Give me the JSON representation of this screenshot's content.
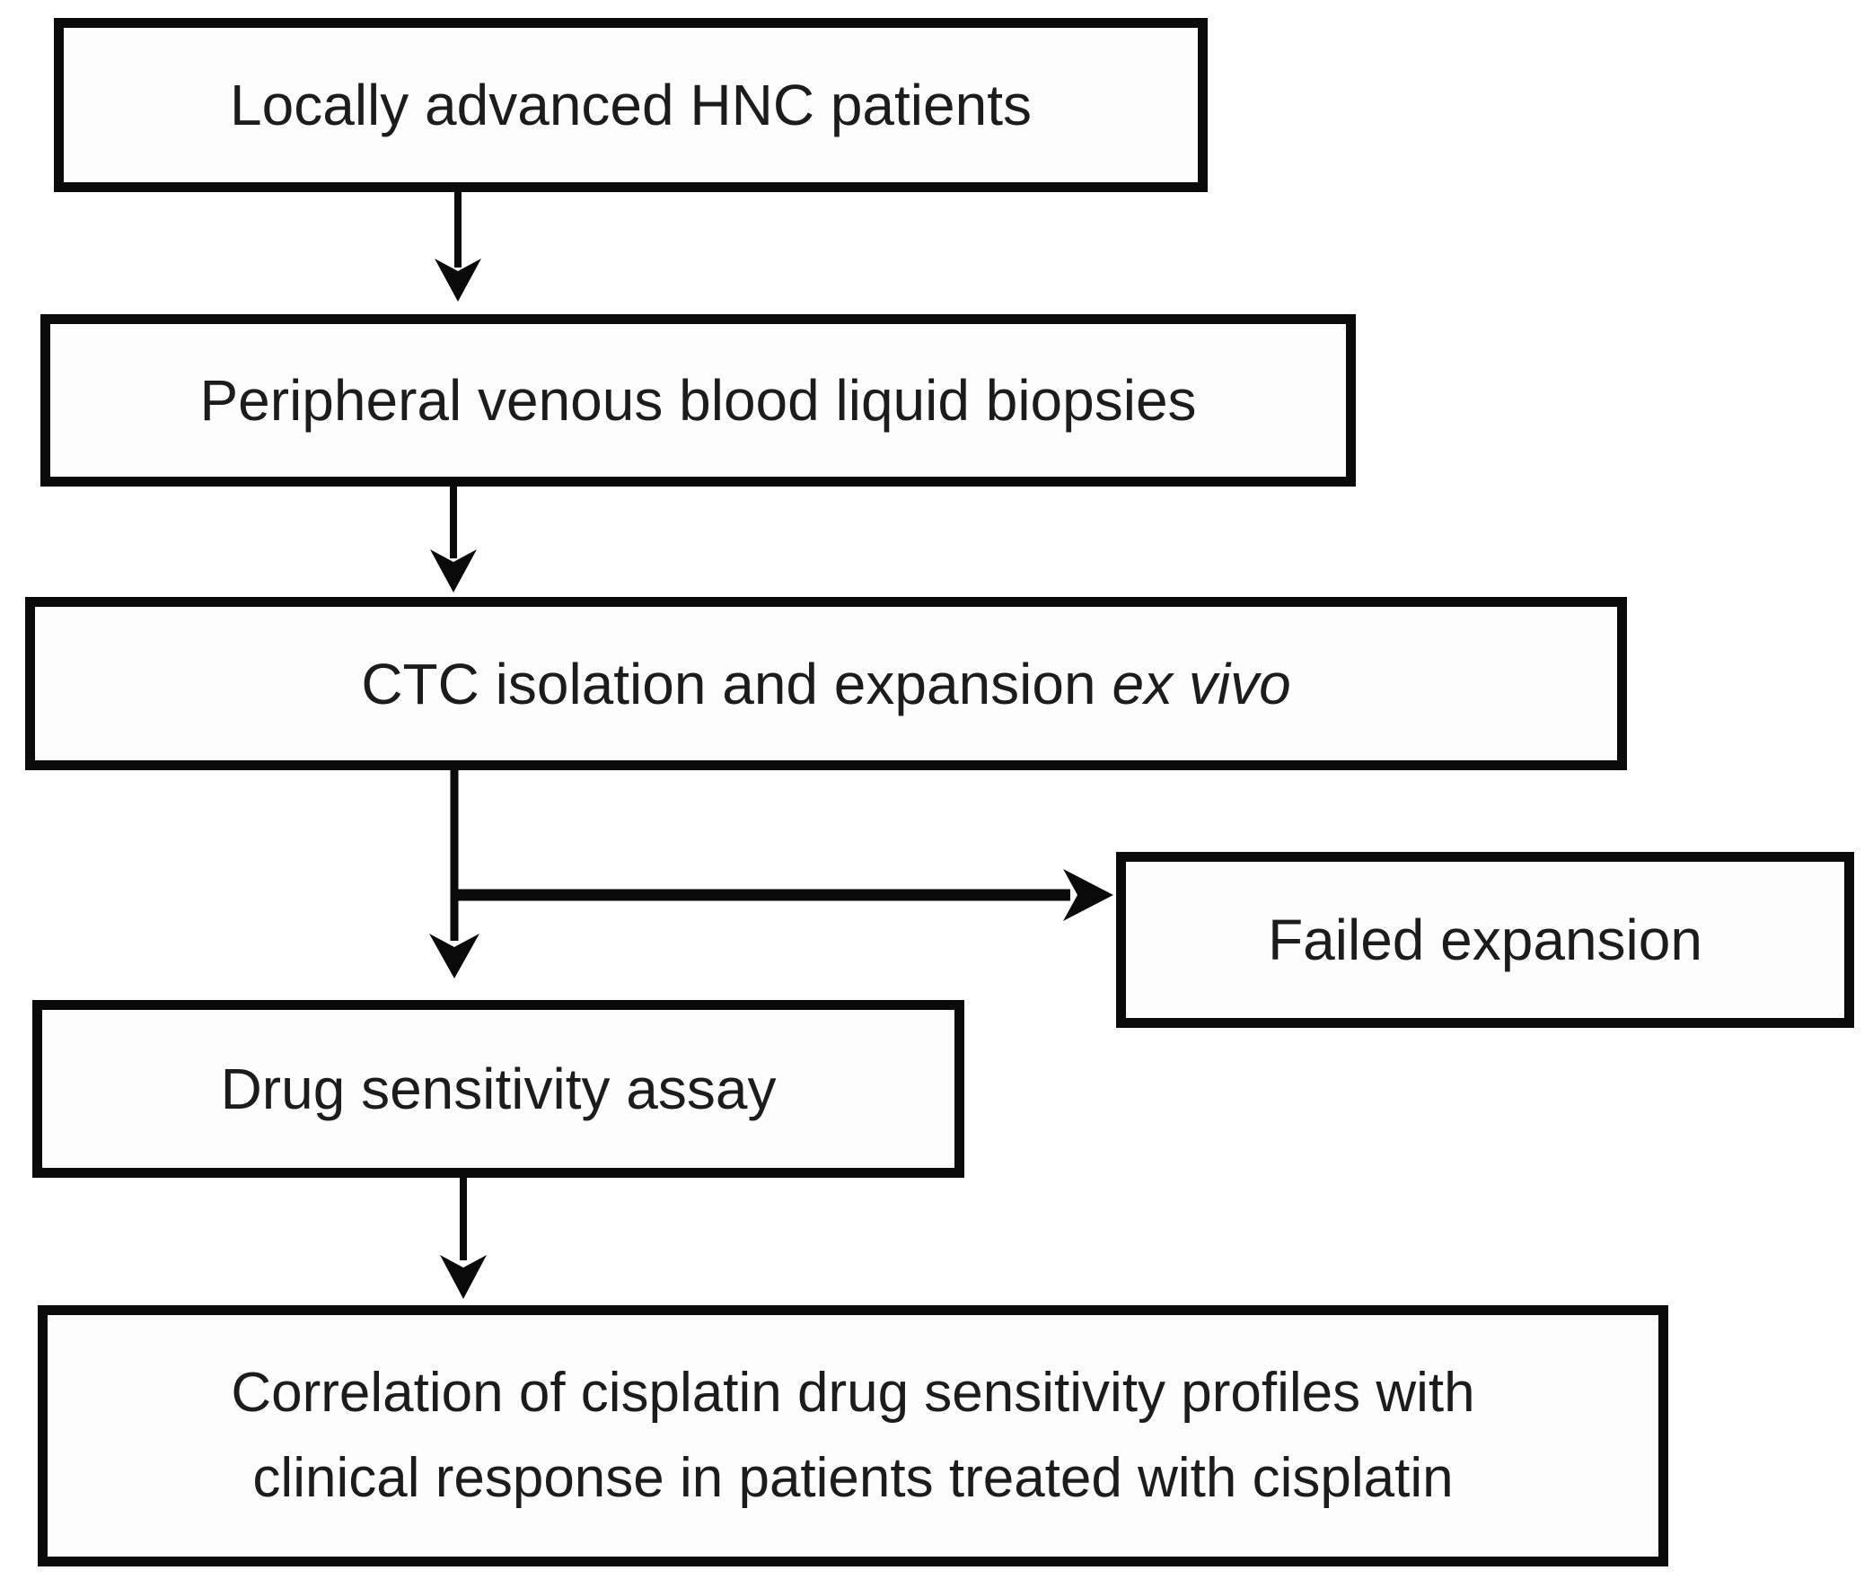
{
  "diagram": {
    "title_hint": "Flowchart of CTC-based cisplatin sensitivity study workflow",
    "colors": {
      "background": "#ffffff",
      "box_fill": "#fdfdfd",
      "border": "#0a0a0a",
      "text": "#1c1c1c"
    },
    "boxes": [
      {
        "id": "patients",
        "label": "Locally advanced HNC patients"
      },
      {
        "id": "biopsies",
        "label": "Peripheral venous blood liquid biopsies"
      },
      {
        "id": "ctc",
        "label_main": "CTC isolation and expansion",
        "label_italic": "ex vivo"
      },
      {
        "id": "failed",
        "label": "Failed expansion"
      },
      {
        "id": "assay",
        "label": "Drug sensitivity assay"
      },
      {
        "id": "correlation",
        "line1": "Correlation of cisplatin drug sensitivity profiles with",
        "line2": "clinical response in patients treated with cisplatin"
      }
    ],
    "connectors": [
      {
        "from": "patients",
        "to": "biopsies",
        "direction": "down"
      },
      {
        "from": "biopsies",
        "to": "ctc",
        "direction": "down"
      },
      {
        "from": "ctc",
        "to": "assay",
        "direction": "down"
      },
      {
        "from": "ctc",
        "to": "failed",
        "direction": "right"
      },
      {
        "from": "assay",
        "to": "correlation",
        "direction": "down"
      }
    ]
  }
}
